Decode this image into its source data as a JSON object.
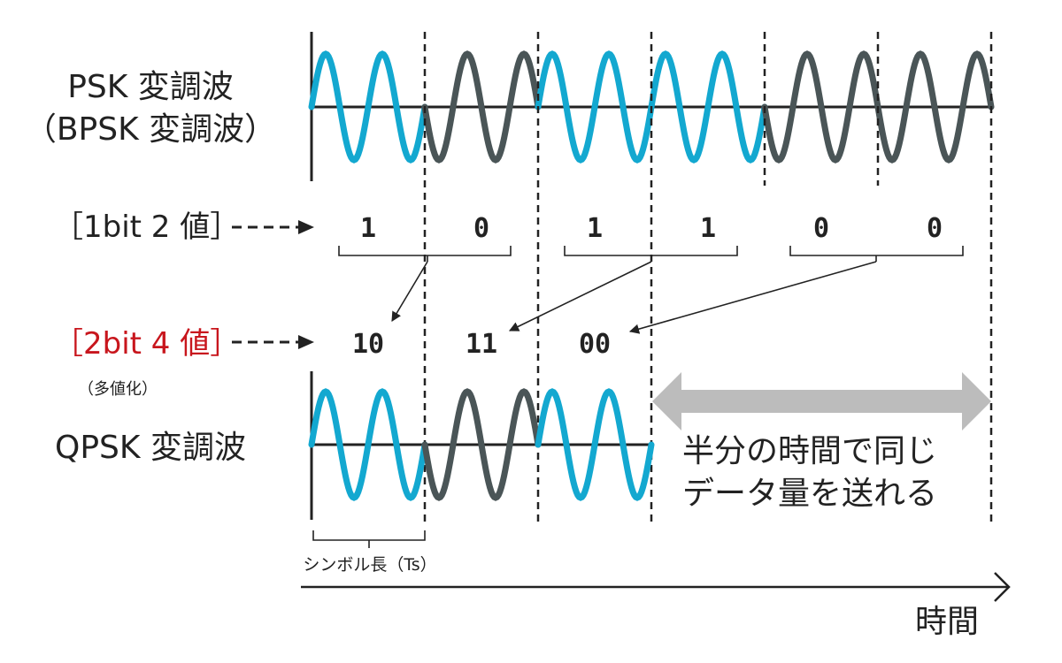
{
  "labels": {
    "psk_line1": "PSK 変調波",
    "psk_line2": "（BPSK 変調波）",
    "bit2_label": "［1bit 2 値］",
    "bit4_label": "［2bit 4 値］",
    "multi_level": "（多値化）",
    "qpsk_label": "QPSK 変調波",
    "note_line1": "半分の時間で同じ",
    "note_line2": "データ量を送れる",
    "symbol_length": "シンボル長（Ts）",
    "time_axis": "時間"
  },
  "bpsk_bits": [
    "1",
    "0",
    "1",
    "1",
    "0",
    "0"
  ],
  "qpsk_symbols": [
    "10",
    "11",
    "00"
  ],
  "colors": {
    "wave_phase_a": "#13a8d0",
    "wave_phase_b": "#4a5557",
    "axis": "#222222",
    "highlight_red": "#c8161d",
    "double_arrow": "#bcbcbc"
  }
}
